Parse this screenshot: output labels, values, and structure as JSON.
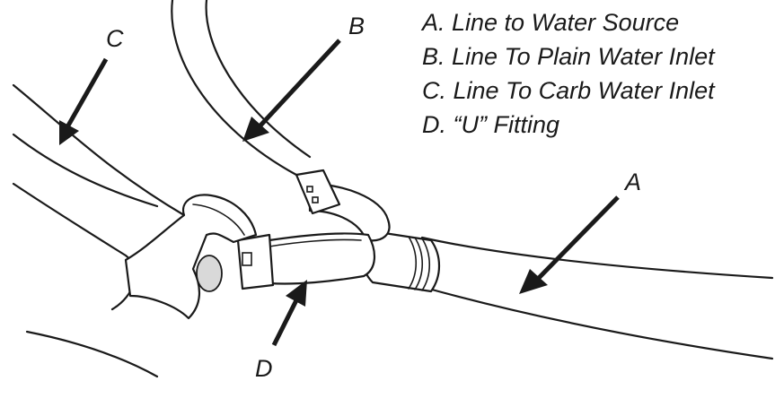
{
  "legend": {
    "items": [
      "A. Line to Water Source",
      "B. Line To Plain Water Inlet",
      "C. Line To Carb Water Inlet",
      "D. “U” Fitting"
    ]
  },
  "callouts": {
    "a": "A",
    "b": "B",
    "c": "C",
    "d": "D"
  }
}
